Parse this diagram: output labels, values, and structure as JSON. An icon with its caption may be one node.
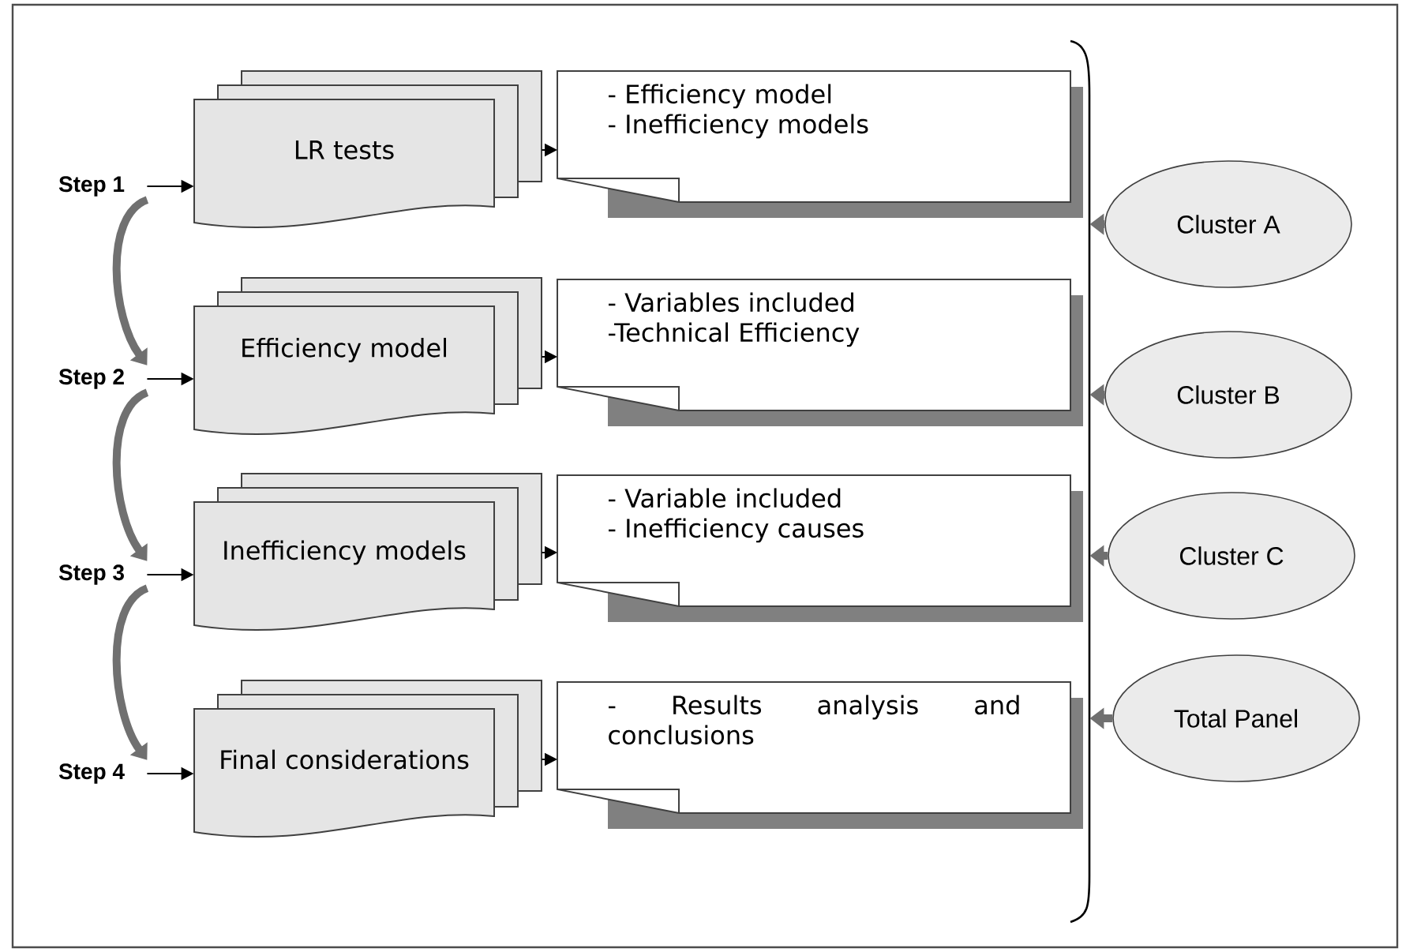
{
  "diagram": {
    "nodes": [
      {
        "text": [
          "Step 1"
        ]
      },
      {
        "text": [
          "Step 2"
        ]
      },
      {
        "text": [
          "Step 3"
        ]
      },
      {
        "text": [
          "Step 4"
        ]
      },
      {
        "text": [
          "LR tests"
        ]
      },
      {
        "text": [
          "Efficiency model"
        ]
      },
      {
        "text": [
          "Inefficiency models"
        ]
      },
      {
        "text": [
          "Final considerations"
        ]
      },
      {
        "text": [
          "- Efficiency model",
          "- Inefficiency models"
        ]
      },
      {
        "text": [
          "- Variables included",
          "-Technical Efficiency"
        ]
      },
      {
        "text": [
          "- Variable included",
          "- Inefficiency causes"
        ]
      },
      {
        "text": [
          "- Results analysis and conclusions"
        ]
      },
      {
        "text": [
          "Cluster A"
        ]
      },
      {
        "text": [
          "Cluster B"
        ]
      },
      {
        "text": [
          "Cluster C"
        ]
      },
      {
        "text": [
          "Total Panel"
        ]
      },
      {
        "text": [],
        "shape": "bracket"
      }
    ],
    "edges": [
      {
        "from": 0,
        "to": 4,
        "arrow": "to"
      },
      {
        "from": 1,
        "to": 5,
        "arrow": "to"
      },
      {
        "from": 2,
        "to": 6,
        "arrow": "to"
      },
      {
        "from": 3,
        "to": 7,
        "arrow": "to"
      },
      {
        "from": 4,
        "to": 8,
        "arrow": "to"
      },
      {
        "from": 5,
        "to": 9,
        "arrow": "to"
      },
      {
        "from": 6,
        "to": 10,
        "arrow": "to"
      },
      {
        "from": 7,
        "to": 11,
        "arrow": "to"
      },
      {
        "from": 0,
        "to": 1,
        "arrow": "to",
        "style": "thick",
        "color": "#707070"
      },
      {
        "from": 1,
        "to": 2,
        "arrow": "to",
        "style": "thick",
        "color": "#707070"
      },
      {
        "from": 2,
        "to": 3,
        "arrow": "to",
        "style": "thick",
        "color": "#707070"
      },
      {
        "from": 12,
        "to": 16,
        "arrow": "to",
        "style": "thick",
        "color": "#707070"
      },
      {
        "from": 13,
        "to": 16,
        "arrow": "to",
        "style": "thick",
        "color": "#707070"
      },
      {
        "from": 14,
        "to": 16,
        "arrow": "to",
        "style": "thick",
        "color": "#707070"
      },
      {
        "from": 15,
        "to": 16,
        "arrow": "to",
        "style": "thick",
        "color": "#707070"
      }
    ]
  }
}
